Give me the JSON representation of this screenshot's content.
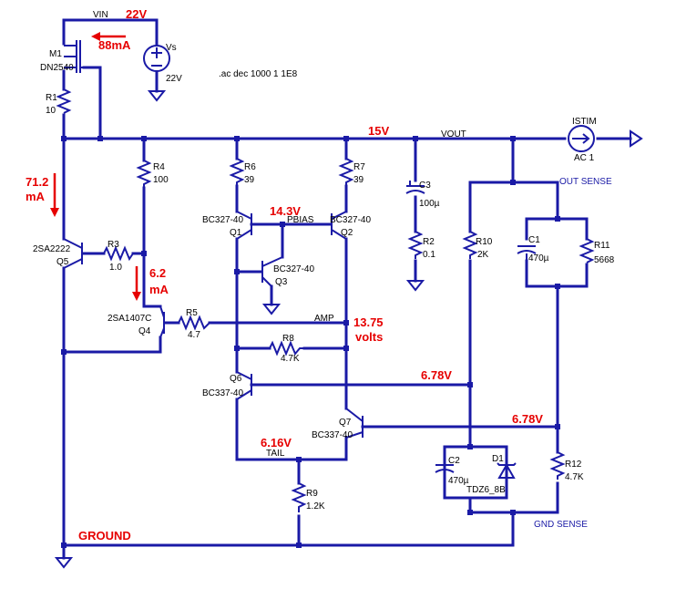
{
  "annotations": {
    "vin_volt": "22V",
    "vin_current": "88mA",
    "q5_current": "71.2",
    "q5_current_unit": "mA",
    "q4_current": "6.2",
    "q4_current_unit": "mA",
    "rail": "15V",
    "pbias": "14.3V",
    "amp_volt": "13.75",
    "amp_unit": "volts",
    "ref1": "6.78V",
    "ref2": "6.78V",
    "tail_volt": "6.16V",
    "ground": "GROUND"
  },
  "nets": {
    "vin": "VIN",
    "vout": "VOUT",
    "pbias": "PBIAS",
    "amp": "AMP",
    "tail": "TAIL",
    "out_sense": "OUT SENSE",
    "gnd_sense": "GND SENSE"
  },
  "directive": ".ac dec 1000 1 1E8",
  "components": {
    "m1": {
      "ref": "M1",
      "value": "DN2540"
    },
    "vs": {
      "ref": "Vs",
      "value": "22V"
    },
    "r1": {
      "ref": "R1",
      "value": "10"
    },
    "r2": {
      "ref": "R2",
      "value": "0.1"
    },
    "r3": {
      "ref": "R3",
      "value": "1.0"
    },
    "r4": {
      "ref": "R4",
      "value": "100"
    },
    "r5": {
      "ref": "R5",
      "value": "4.7"
    },
    "r6": {
      "ref": "R6",
      "value": "39"
    },
    "r7": {
      "ref": "R7",
      "value": "39"
    },
    "r8": {
      "ref": "R8",
      "value": "4.7K"
    },
    "r9": {
      "ref": "R9",
      "value": "1.2K"
    },
    "r10": {
      "ref": "R10",
      "value": "2K"
    },
    "r11": {
      "ref": "R11",
      "value": "5668"
    },
    "r12": {
      "ref": "R12",
      "value": "4.7K"
    },
    "c1": {
      "ref": "C1",
      "value": "470µ"
    },
    "c2": {
      "ref": "C2",
      "value": "470µ"
    },
    "c3": {
      "ref": "C3",
      "value": "100µ"
    },
    "d1": {
      "ref": "D1",
      "value": "TDZ6_8B"
    },
    "q1": {
      "ref": "Q1",
      "value": "BC327-40"
    },
    "q2": {
      "ref": "Q2",
      "value": "BC327-40"
    },
    "q3": {
      "ref": "Q3",
      "value": "BC327-40"
    },
    "q4": {
      "ref": "Q4",
      "value": "2SA1407C"
    },
    "q5": {
      "ref": "Q5",
      "value": "2SA2222"
    },
    "q6": {
      "ref": "Q6",
      "value": "BC337-40"
    },
    "q7": {
      "ref": "Q7",
      "value": "BC337-40"
    },
    "istim": {
      "ref": "ISTIM",
      "value": "AC 1"
    }
  }
}
